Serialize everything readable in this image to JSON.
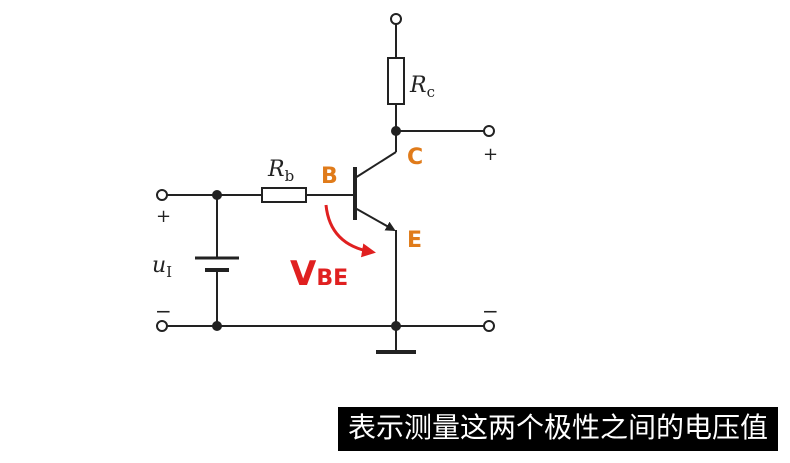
{
  "diagram": {
    "labels": {
      "rc_main": "R",
      "rc_sub": "c",
      "rb_main": "R",
      "rb_sub": "b",
      "ui_main": "u",
      "ui_sub": "I",
      "out_plus": "+",
      "in_plus": "+",
      "in_minus": "−",
      "out_minus": "−"
    },
    "pins": {
      "base": "B",
      "collector": "C",
      "emitter": "E"
    },
    "annotation": {
      "main": "V",
      "sub": "BE"
    },
    "colors": {
      "wire": "#222222",
      "pin_label": "#e07b1a",
      "annotation": "#e02020"
    }
  },
  "subtitle": {
    "text": "表示测量这两个极性之间的电压值"
  }
}
